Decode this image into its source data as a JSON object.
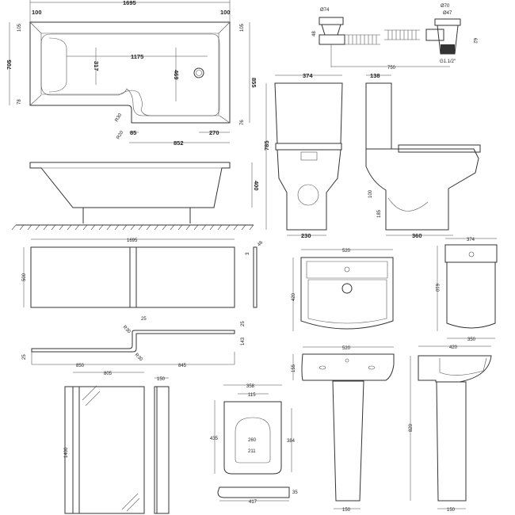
{
  "bath_plan": {
    "overall_length": "1695",
    "left_margin": "100",
    "right_margin": "100",
    "left_depth": "705",
    "right_depth": "855",
    "top_margin_left": "105",
    "top_margin_right": "105",
    "bottom_margin_left": "78",
    "bottom_margin_right": "76",
    "inner_length": "1175",
    "inner_width_left": "317",
    "inner_width_right": "469",
    "radius_outer": "R30",
    "radius_inner": "R20",
    "step": "85",
    "waste_offset": "270",
    "shower_end_length": "852"
  },
  "bath_elevation": {
    "height": "400"
  },
  "waste": {
    "overflow_dia": "Ø74",
    "overflow_height": "48",
    "plug_outer_dia": "Ø70",
    "plug_inner_dia": "Ø47",
    "waste_height": "62",
    "thread": "G1.1/2\"",
    "length": "750"
  },
  "toilet_front": {
    "width": "374",
    "height": "785",
    "base_width": "230"
  },
  "toilet_side": {
    "cistern_depth": "138",
    "outlet_height_a": "100",
    "outlet_height_b": "185",
    "depth": "360"
  },
  "front_panel": {
    "length": "1695",
    "height": "500",
    "thickness": "3",
    "end_width": "46"
  },
  "panel_plan": {
    "offset_top": "25",
    "radius_top": "R30",
    "lip_right": "25",
    "projection": "143",
    "lip_left": "25",
    "radius_bottom": "R30",
    "left_length": "850",
    "right_length": "845"
  },
  "screen": {
    "width": "805",
    "height": "1400",
    "depth": "150"
  },
  "seat": {
    "width": "358",
    "hinge_spacing": "115",
    "length": "435",
    "inner_length": "260",
    "inner_width": "211",
    "side_length": "384",
    "thickness": "35",
    "side_depth": "417"
  },
  "basin_plan": {
    "width": "520",
    "depth": "420"
  },
  "cistern_top": {
    "width": "374",
    "height": "610",
    "base_width": "350"
  },
  "pedestal_front": {
    "width": "520",
    "bowl_height": "155",
    "foot_width": "150"
  },
  "pedestal_side": {
    "depth": "420",
    "height": "820",
    "foot_width": "150"
  },
  "colors": {
    "line": "#333333",
    "background": "#ffffff"
  }
}
